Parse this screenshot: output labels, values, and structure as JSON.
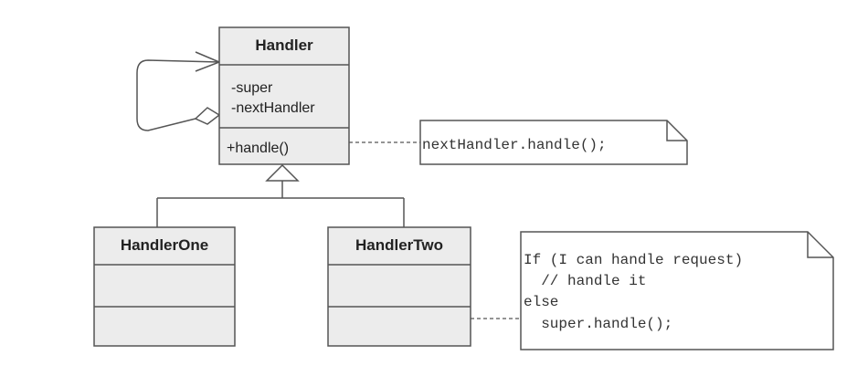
{
  "handler": {
    "name": "Handler",
    "attributes": [
      "-super",
      "-nextHandler"
    ],
    "operations": [
      "+handle()"
    ]
  },
  "handler_one": {
    "name": "HandlerOne"
  },
  "handler_two": {
    "name": "HandlerTwo"
  },
  "note_handler": {
    "lines": [
      "nextHandler.handle();"
    ]
  },
  "note_handler_two": {
    "lines": [
      "If (I can handle request)",
      "  // handle it",
      "else",
      "  super.handle();"
    ]
  },
  "colors": {
    "class_fill": "#ececec",
    "stroke": "#555555",
    "note_fill": "#ffffff"
  }
}
